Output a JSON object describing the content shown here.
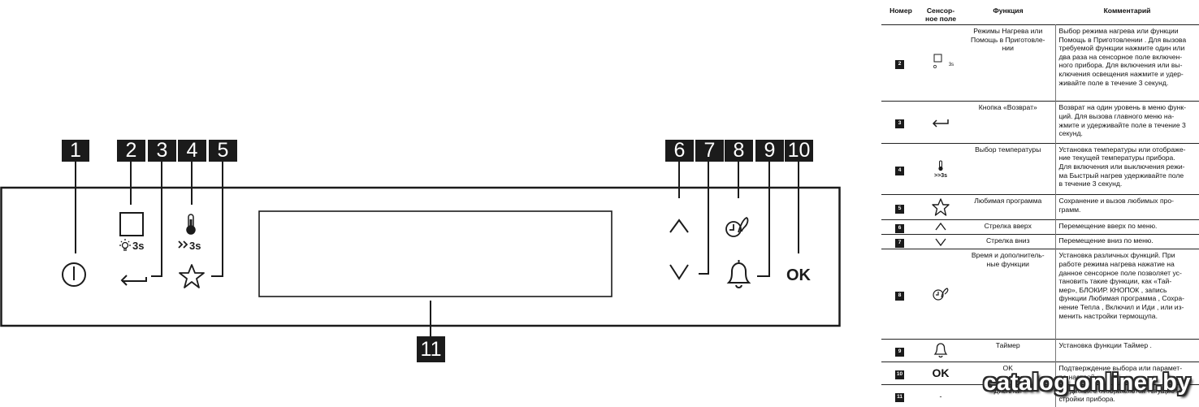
{
  "panel": {
    "callouts": [
      "1",
      "2",
      "3",
      "4",
      "5",
      "6",
      "7",
      "8",
      "9",
      "10",
      "11"
    ],
    "labels": {
      "light_3s": "3s",
      "fast_3s": "3s",
      "ok": "OK"
    }
  },
  "table": {
    "headers": {
      "number": "Номер",
      "sensor_field": "Сенсор-\nное поле",
      "function": "Функция",
      "comment": "Комментарий"
    },
    "rows": [
      {
        "num": "2",
        "icon": "square-light-3s-icon",
        "icon_text": "3s",
        "function": "Режимы Нагрева или\nПомощь в Приготовле-\nнии",
        "comment": "Выбор режима нагрева или функции\nПомощь в Приготовлении . Для вызова\nтребуемой функции нажмите один или\nдва раза на сенсорное поле включен-\nного прибора. Для включения или вы-\nключения освещения нажмите и удер-\nживайте поле в течение 3 секунд."
      },
      {
        "num": "3",
        "icon": "back-arrow-icon",
        "icon_text": "",
        "function": "Кнопка «Возврат»",
        "comment": "Возврат на один уровень в меню функ-\nций. Для вызова главного меню на-\nжмите и удерживайте поле в течение 3\nсекунд."
      },
      {
        "num": "4",
        "icon": "thermometer-icon",
        "icon_text": "3s",
        "function": "Выбор температуры",
        "comment": "Установка температуры или отображе-\nние текущей температуры прибора.\nДля включения или выключения режи-\nма Быстрый нагрев удерживайте поле\nв течение 3 секунд."
      },
      {
        "num": "5",
        "icon": "star-icon",
        "icon_text": "",
        "function": "Любимая программа",
        "comment": "Сохранение и вызов любимых про-\nграмм."
      },
      {
        "num": "6",
        "icon": "arrow-up-icon",
        "icon_text": "",
        "function": "Стрелка вверх",
        "comment": "Перемещение вверх по меню."
      },
      {
        "num": "7",
        "icon": "arrow-down-icon",
        "icon_text": "",
        "function": "Стрелка вниз",
        "comment": "Перемещение вниз по меню."
      },
      {
        "num": "8",
        "icon": "clock-options-icon",
        "icon_text": "",
        "function": "Время и дополнитель-\nные функции",
        "comment": "Установка различных функций. При\nработе режима нагрева нажатие на\nданное сенсорное поле позволяет ус-\nтановить такие функции, как «Тай-\nмер», БЛОКИР. КНОПОК , запись\nфункции Любимая программа , Сохра-\nнение Тепла , Включил и Иди , или из-\nменить настройки термощупа."
      },
      {
        "num": "9",
        "icon": "bell-icon",
        "icon_text": "",
        "function": "Таймер",
        "comment": "Установка функции Таймер ."
      },
      {
        "num": "10",
        "icon": "ok-icon",
        "icon_text": "OK",
        "function": "OK",
        "comment": "Подтверждение выбора или парамет-\nра настрой"
      },
      {
        "num": "11",
        "icon": "dash-icon",
        "icon_text": "-",
        "function": "Дисплей",
        "comment": "На дисплее отображаются текущие на-\nстройки прибора."
      }
    ]
  },
  "watermark": "catalog.onliner.by",
  "colors": {
    "ink": "#1b1b1b",
    "background": "#ffffff"
  }
}
